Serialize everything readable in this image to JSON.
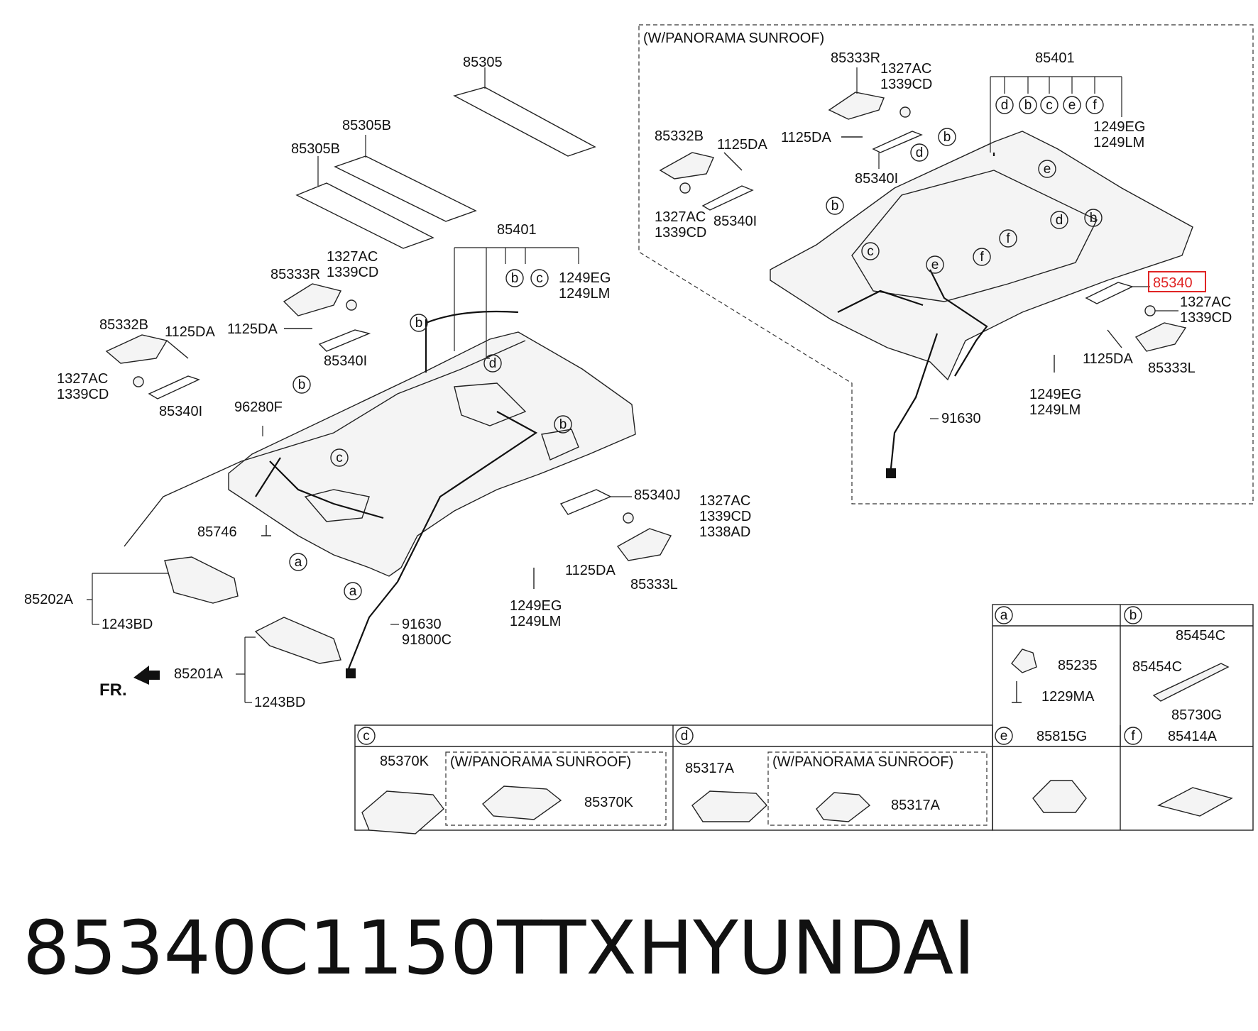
{
  "caption": {
    "part_number": "85340C1150TTX",
    "brand": "HYUNDAI"
  },
  "panorama_label": "(W/PANORAMA SUNROOF)",
  "front_label": "FR.",
  "highlight": {
    "label": "85340"
  },
  "main": {
    "l85305": "85305",
    "l85305B_1": "85305B",
    "l85305B_2": "85305B",
    "l85401": "85401",
    "l1249EG": "1249EG",
    "l1249LM": "1249LM",
    "l85333R": "85333R",
    "l1327AC_a": "1327AC",
    "l1339CD_a": "1339CD",
    "l1125DA_a": "1125DA",
    "l85340I_a": "85340I",
    "l85332B": "85332B",
    "l1125DA_b": "1125DA",
    "l1327AC_b": "1327AC",
    "l1339CD_b": "1339CD",
    "l85340I_b": "85340I",
    "l96280F": "96280F",
    "l85746": "85746",
    "l85340J": "85340J",
    "l1327AC_c": "1327AC",
    "l1339CD_c": "1339CD",
    "l1338AD": "1338AD",
    "l1125DA_c": "1125DA",
    "l85333L": "85333L",
    "l1249EG_b": "1249EG",
    "l1249LM_b": "1249LM",
    "l85202A": "85202A",
    "l1243BD_a": "1243BD",
    "l91630": "91630",
    "l91800C": "91800C",
    "l85201A": "85201A",
    "l1243BD_b": "1243BD"
  },
  "pano": {
    "l85333R": "85333R",
    "l1327AC_a": "1327AC",
    "l1339CD_a": "1339CD",
    "l1125DA_a": "1125DA",
    "l85340I_a": "85340I",
    "l85332B": "85332B",
    "l1125DA_b": "1125DA",
    "l1327AC_b": "1327AC",
    "l1339CD_b": "1339CD",
    "l85340I_b": "85340I",
    "l85401": "85401",
    "l1249EG": "1249EG",
    "l1249LM": "1249LM",
    "l1327AC_c": "1327AC",
    "l1339CD_c": "1339CD",
    "l1125DA_c": "1125DA",
    "l85333L": "85333L",
    "l1249EG_b": "1249EG",
    "l1249LM_b": "1249LM",
    "l91630": "91630"
  },
  "callouts": [
    "a",
    "b",
    "c",
    "d",
    "e",
    "f"
  ],
  "table": {
    "a": {
      "l85235": "85235",
      "l1229MA": "1229MA"
    },
    "b": {
      "l85454C_1": "85454C",
      "l85454C_2": "85454C",
      "l85730G": "85730G"
    },
    "c": {
      "l85370K_1": "85370K",
      "pano": "(W/PANORAMA SUNROOF)",
      "l85370K_2": "85370K"
    },
    "d": {
      "l85317A_1": "85317A",
      "pano": "(W/PANORAMA SUNROOF)",
      "l85317A_2": "85317A"
    },
    "e": {
      "part": "85815G"
    },
    "f": {
      "part": "85414A"
    }
  }
}
